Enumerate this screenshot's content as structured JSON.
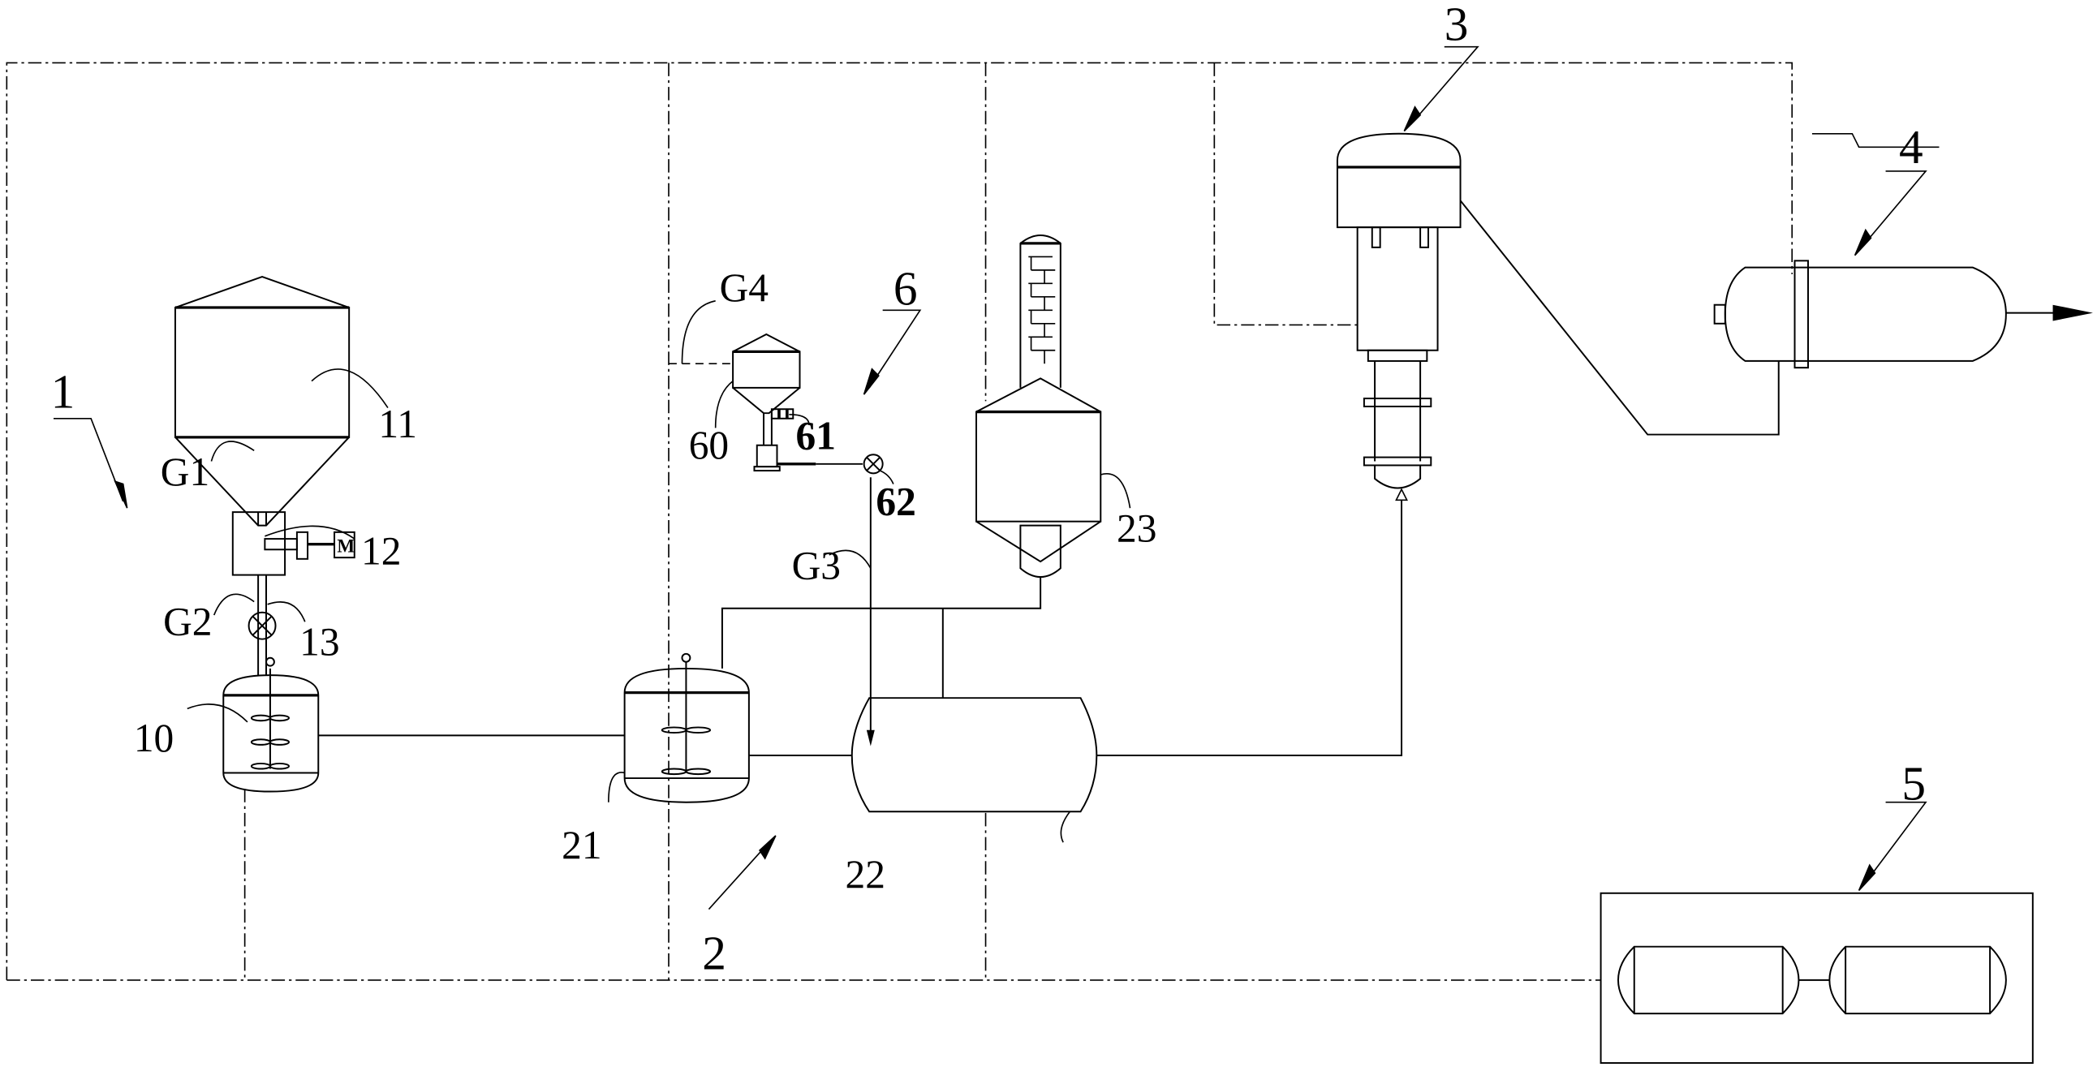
{
  "labels": {
    "sys1": "1",
    "sys2": "2",
    "sys3": "3",
    "sys4": "4",
    "sys5": "5",
    "sys6": "6",
    "c10": "10",
    "c11": "11",
    "c12": "12",
    "c13": "13",
    "c21": "21",
    "c22": "22",
    "c23": "23",
    "c60": "60",
    "c61": "61",
    "c62": "62",
    "g1": "G1",
    "g2": "G2",
    "g3": "G3",
    "g4": "G4",
    "motor": "M"
  },
  "colors": {
    "line": "#000000",
    "background": "#ffffff"
  }
}
